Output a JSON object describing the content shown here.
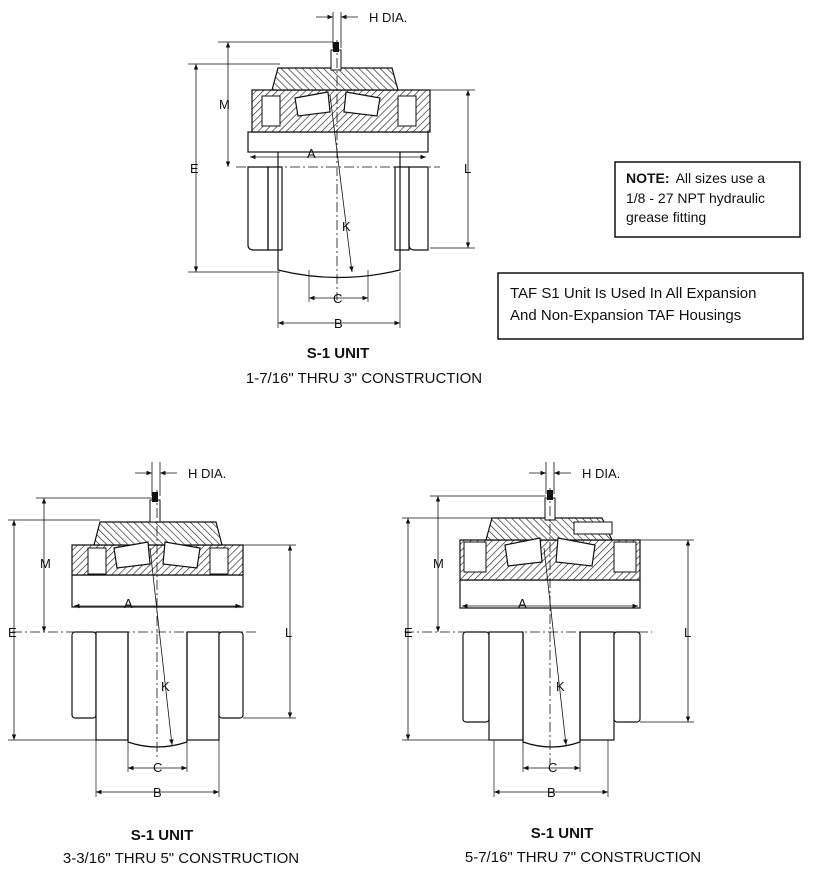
{
  "note": {
    "label": "NOTE:",
    "line1": "All sizes use a",
    "line2": "1/8 - 27 NPT hydraulic",
    "line3": "grease fitting"
  },
  "taf_box": {
    "line1": "TAF S1 Unit Is Used In All Expansion",
    "line2": "And Non-Expansion TAF Housings"
  },
  "units": [
    {
      "title": "S-1 UNIT",
      "subtitle": "1-7/16\" THRU 3\" CONSTRUCTION"
    },
    {
      "title": "S-1 UNIT",
      "subtitle": "3-3/16\" THRU 5\" CONSTRUCTION"
    },
    {
      "title": "S-1 UNIT",
      "subtitle": "5-7/16\" THRU 7\" CONSTRUCTION"
    }
  ],
  "dims": {
    "h": "H DIA.",
    "m": "M",
    "e": "E",
    "a": "A",
    "k": "K",
    "l": "L",
    "c": "C",
    "b": "B"
  }
}
